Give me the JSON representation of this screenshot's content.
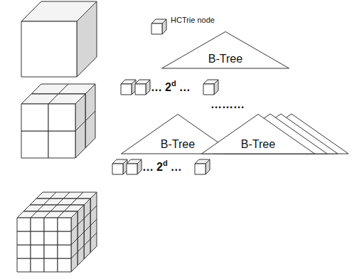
{
  "diagram": {
    "nodes": [
      {
        "text": [
          "B-Tree"
        ]
      },
      {
        "text": [
          "B-Tree"
        ]
      },
      {
        "text": [
          "B-Tree"
        ]
      }
    ],
    "labels": [
      "HCTrie node",
      "…",
      "2",
      "d",
      "…",
      "………",
      "…",
      "2",
      "d",
      "…"
    ]
  }
}
